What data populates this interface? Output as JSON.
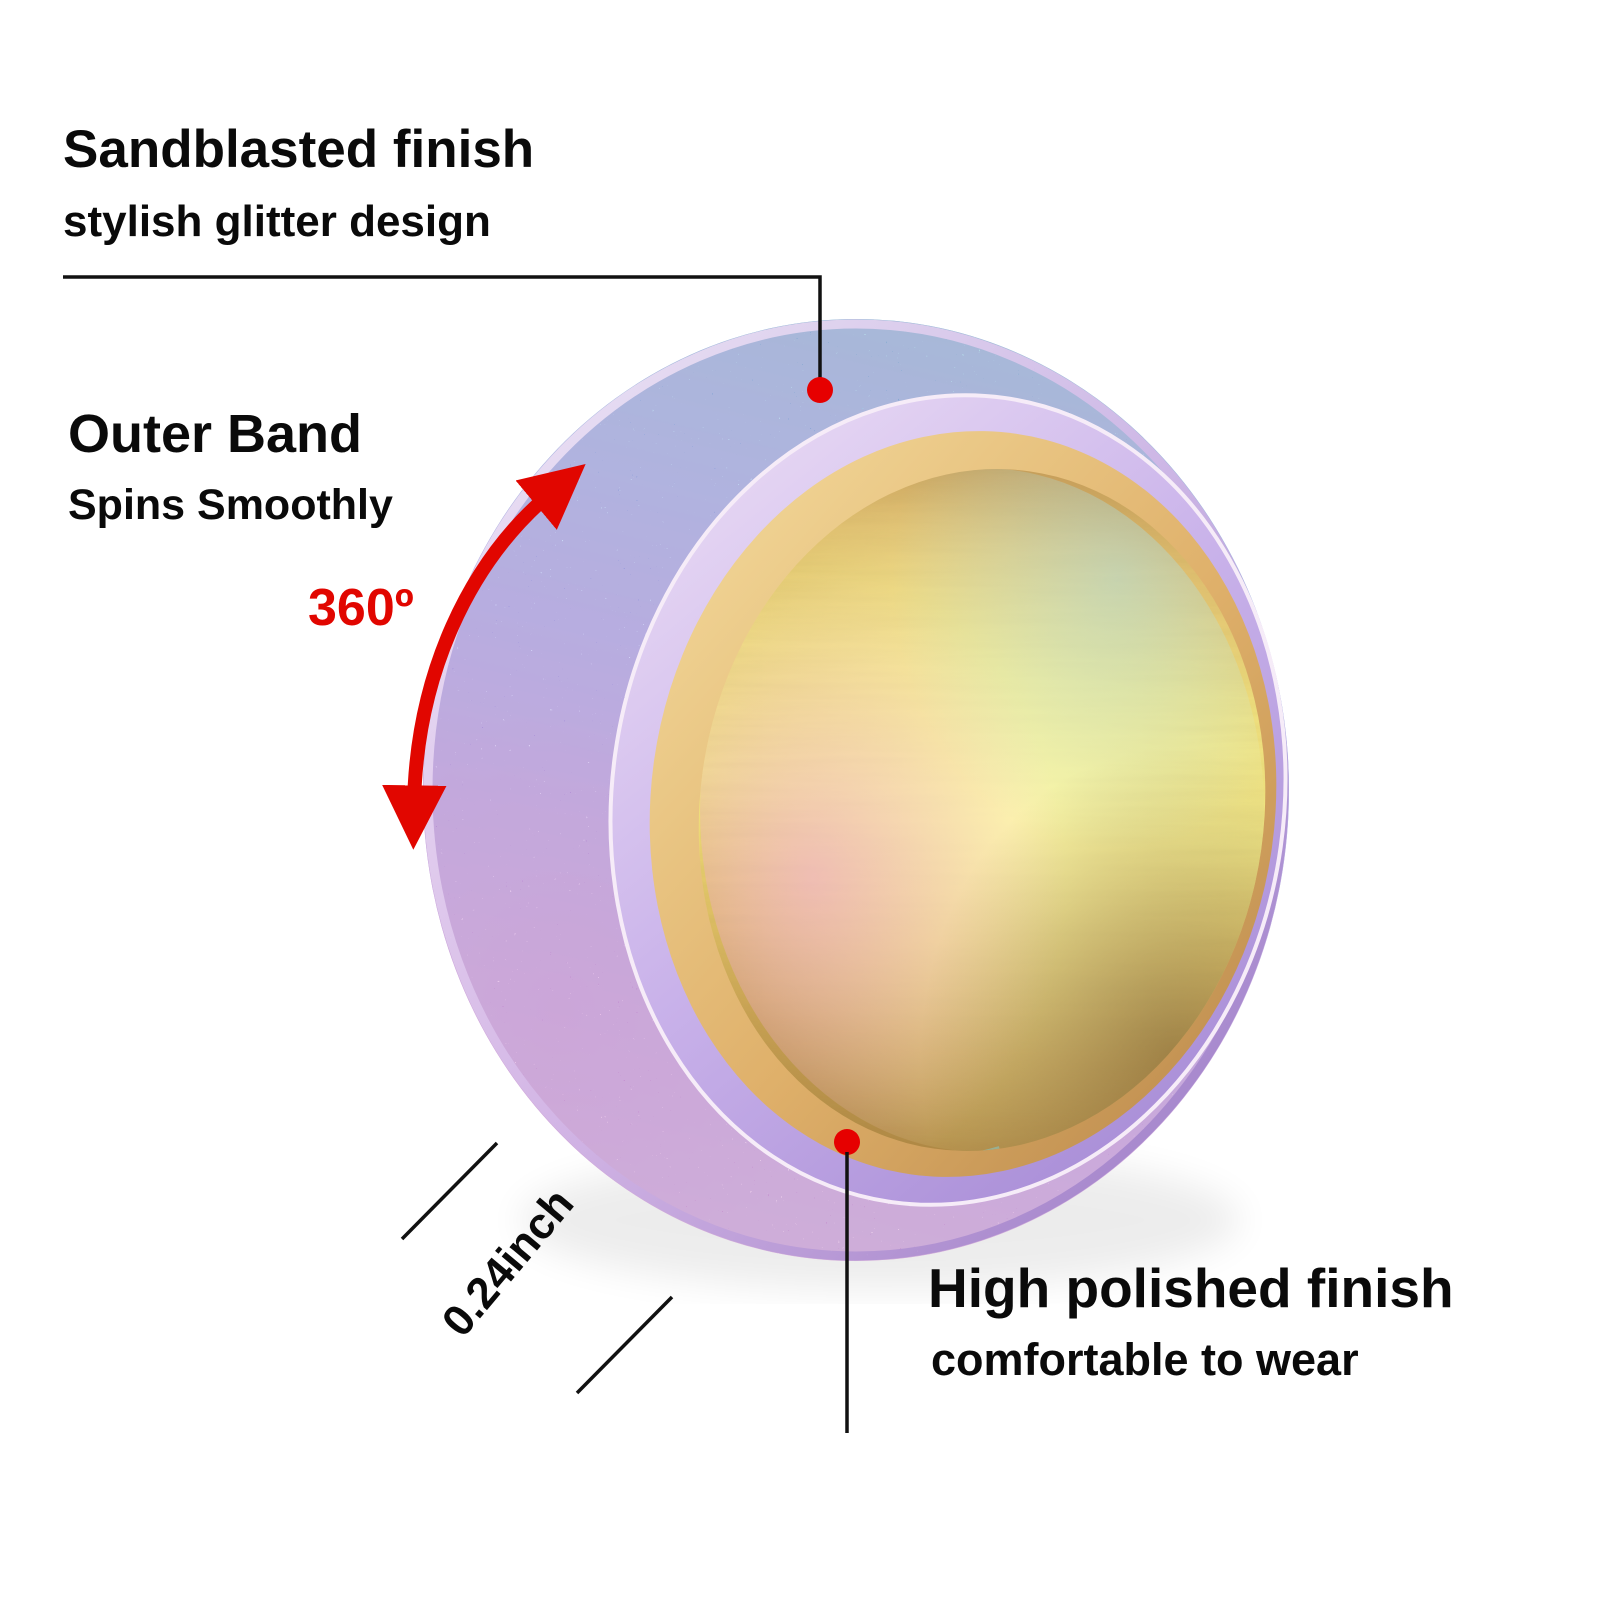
{
  "callouts": {
    "sandblasted": {
      "title": "Sandblasted finish",
      "subtitle": "stylish glitter design"
    },
    "outer_band": {
      "title": "Outer Band",
      "subtitle": "Spins Smoothly",
      "rotation": "360º"
    },
    "dimension": {
      "width": "0.24inch"
    },
    "polished": {
      "title": "High polished finish",
      "subtitle": "comfortable to wear"
    }
  },
  "colors": {
    "background": "#ffffff",
    "text": "#0a0a0a",
    "annotation_line": "#111111",
    "rotation_red": "#e10600",
    "dot_red": "#e60000",
    "glitter_teal": "#4fc4d4",
    "glitter_blue": "#6db4ea",
    "glitter_purple": "#b78ae4",
    "glitter_pink": "#e9a0d4",
    "rim_lavender": "#c9b2ea",
    "gold_edge": "#d6a55e",
    "inner_gold": "#f0e07e"
  }
}
